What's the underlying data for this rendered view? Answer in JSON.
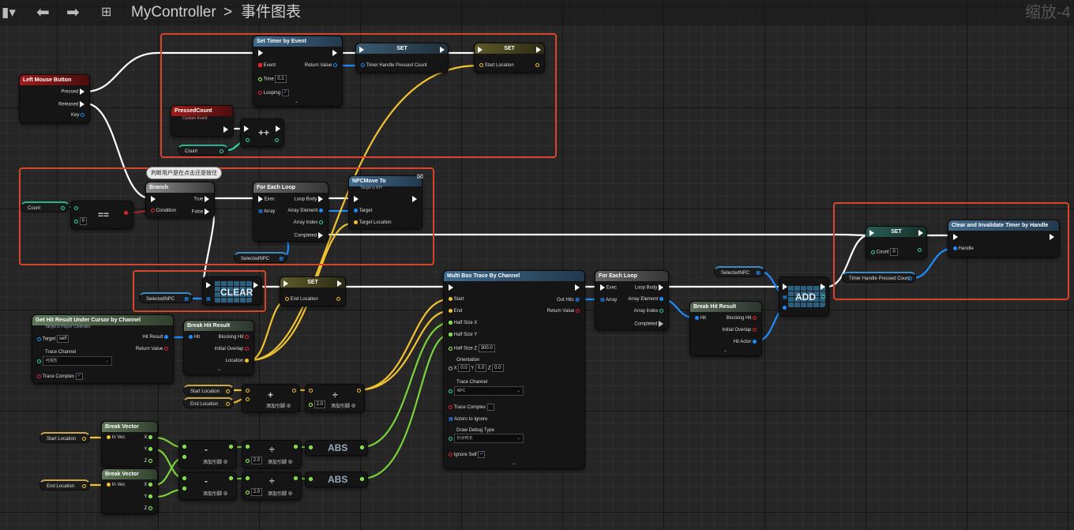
{
  "toolbar": {
    "blueprint_name": "MyController",
    "separator": ">",
    "graph_name": "事件图表",
    "zoom_label": "缩放-4"
  },
  "comments": {
    "branch_note": "判断用户是在点击还是按住"
  },
  "colors": {
    "exec": "#ffffff",
    "float": "#9bff5e",
    "vector": "#f1c232",
    "object": "#1f8cff",
    "integer": "#31d3a7",
    "boolean": "#e3222c",
    "comment_border": "#d9452a"
  },
  "nodes": {
    "left_mouse": {
      "title": "Left Mouse Button",
      "pressed": "Pressed",
      "released": "Released",
      "key": "Key"
    },
    "set_timer": {
      "title": "Set Timer by Event",
      "event": "Event",
      "return_value": "Return Value",
      "time": "Time",
      "time_value": "0.1",
      "looping": "Looping"
    },
    "set_timer_handle": {
      "title": "SET",
      "pin": "Timer Handle Pressed Count"
    },
    "set_start_location": {
      "title": "SET",
      "pin": "Start Location"
    },
    "pressed_count_event": {
      "title": "PressedCount",
      "subtitle": "Custom Event"
    },
    "count_var_1": {
      "label": "Count"
    },
    "increment": {
      "op": "++"
    },
    "branch": {
      "title": "Branch",
      "condition": "Condition",
      "true_label": "True",
      "false_label": "False"
    },
    "count_var_2": {
      "label": "Count"
    },
    "equals": {
      "op": "==",
      "value": "0"
    },
    "foreach_1": {
      "title": "For Each Loop",
      "exec": "Exec",
      "array": "Array",
      "loop_body": "Loop Body",
      "array_element": "Array Element",
      "array_index": "Array Index",
      "completed": "Completed"
    },
    "npc_move": {
      "title": "NPCMove To",
      "subtitle": "Target is BPI",
      "target": "Target",
      "target_location": "Target Location"
    },
    "selected_npc_1": {
      "label": "SelectedNPC"
    },
    "selected_npc_2": {
      "label": "SelectedNPC"
    },
    "clear": {
      "label": "CLEAR"
    },
    "set_end_location": {
      "title": "SET",
      "pin": "End Location"
    },
    "get_hit": {
      "title": "Get Hit Result Under Cursor by Channel",
      "subtitle": "Target is Player Controller",
      "target": "Target",
      "target_value": "self",
      "trace_channel": "Trace Channel",
      "trace_value": "可视性",
      "trace_complex": "Trace Complex",
      "hit_result": "Hit Result",
      "return_value": "Return Value"
    },
    "break_hit_1": {
      "title": "Break Hit Result",
      "hit": "Hit",
      "blocking_hit": "Blocking Hit",
      "initial_overlap": "Initial Overlap",
      "location": "Location"
    },
    "multi_box": {
      "title": "Multi Box Trace By Channel",
      "start": "Start",
      "end": "End",
      "half_x": "Half Size X",
      "half_y": "Half Size Y",
      "half_z": "Half Size Z",
      "half_z_value": "300.0",
      "orientation": "Orientation",
      "ox": "0.0",
      "oy": "0.0",
      "oz": "0.0",
      "trace_channel": "Trace Channel",
      "trace_value": "NPC",
      "trace_complex": "Trace Complex",
      "actors_to_ignore": "Actors to Ignore",
      "draw_debug": "Draw Debug Type",
      "draw_value": "针对时长",
      "ignore_self": "Ignore Self",
      "out_hits": "Out Hits",
      "return_value": "Return Value"
    },
    "foreach_2": {
      "title": "For Each Loop",
      "exec": "Exec",
      "array": "Array",
      "loop_body": "Loop Body",
      "array_element": "Array Element",
      "array_index": "Array Index",
      "completed": "Completed"
    },
    "selected_npc_3": {
      "label": "SelectedNPC"
    },
    "break_hit_2": {
      "title": "Break Hit Result",
      "hit": "Hit",
      "blocking_hit": "Blocking Hit",
      "initial_overlap": "Initial Overlap",
      "hit_actor": "Hit Actor"
    },
    "add": {
      "label": "ADD"
    },
    "set_count": {
      "title": "SET",
      "pin": "Count",
      "value": "0"
    },
    "timer_handle_var": {
      "label": "Timer Handle Pressed Count"
    },
    "clear_timer": {
      "title": "Clear and Invalidate Timer by Handle",
      "handle": "Handle"
    },
    "start_loc_var_1": {
      "label": "Start Location"
    },
    "end_loc_var_1": {
      "label": "End Location"
    },
    "add_vec": {
      "op": "+",
      "add_pin": "添加引脚"
    },
    "div_vec": {
      "op": "÷",
      "value": "2.0",
      "add_pin": "添加引脚"
    },
    "start_loc_var_2": {
      "label": "Start Location"
    },
    "end_loc_var_2": {
      "label": "End Location"
    },
    "break_vec_1": {
      "title": "Break Vector",
      "in_vec": "In Vec",
      "x": "X",
      "y": "Y",
      "z": "Z"
    },
    "break_vec_2": {
      "title": "Break Vector",
      "in_vec": "In Vec",
      "x": "X",
      "y": "Y",
      "z": "Z"
    },
    "sub_1": {
      "op": "-",
      "add_pin": "添加引脚"
    },
    "sub_2": {
      "op": "-",
      "add_pin": "添加引脚"
    },
    "div_1": {
      "op": "÷",
      "value": "2.0",
      "add_pin": "添加引脚"
    },
    "div_2": {
      "op": "÷",
      "value": "2.0",
      "add_pin": "添加引脚"
    },
    "abs_1": {
      "label": "ABS"
    },
    "abs_2": {
      "label": "ABS"
    }
  }
}
